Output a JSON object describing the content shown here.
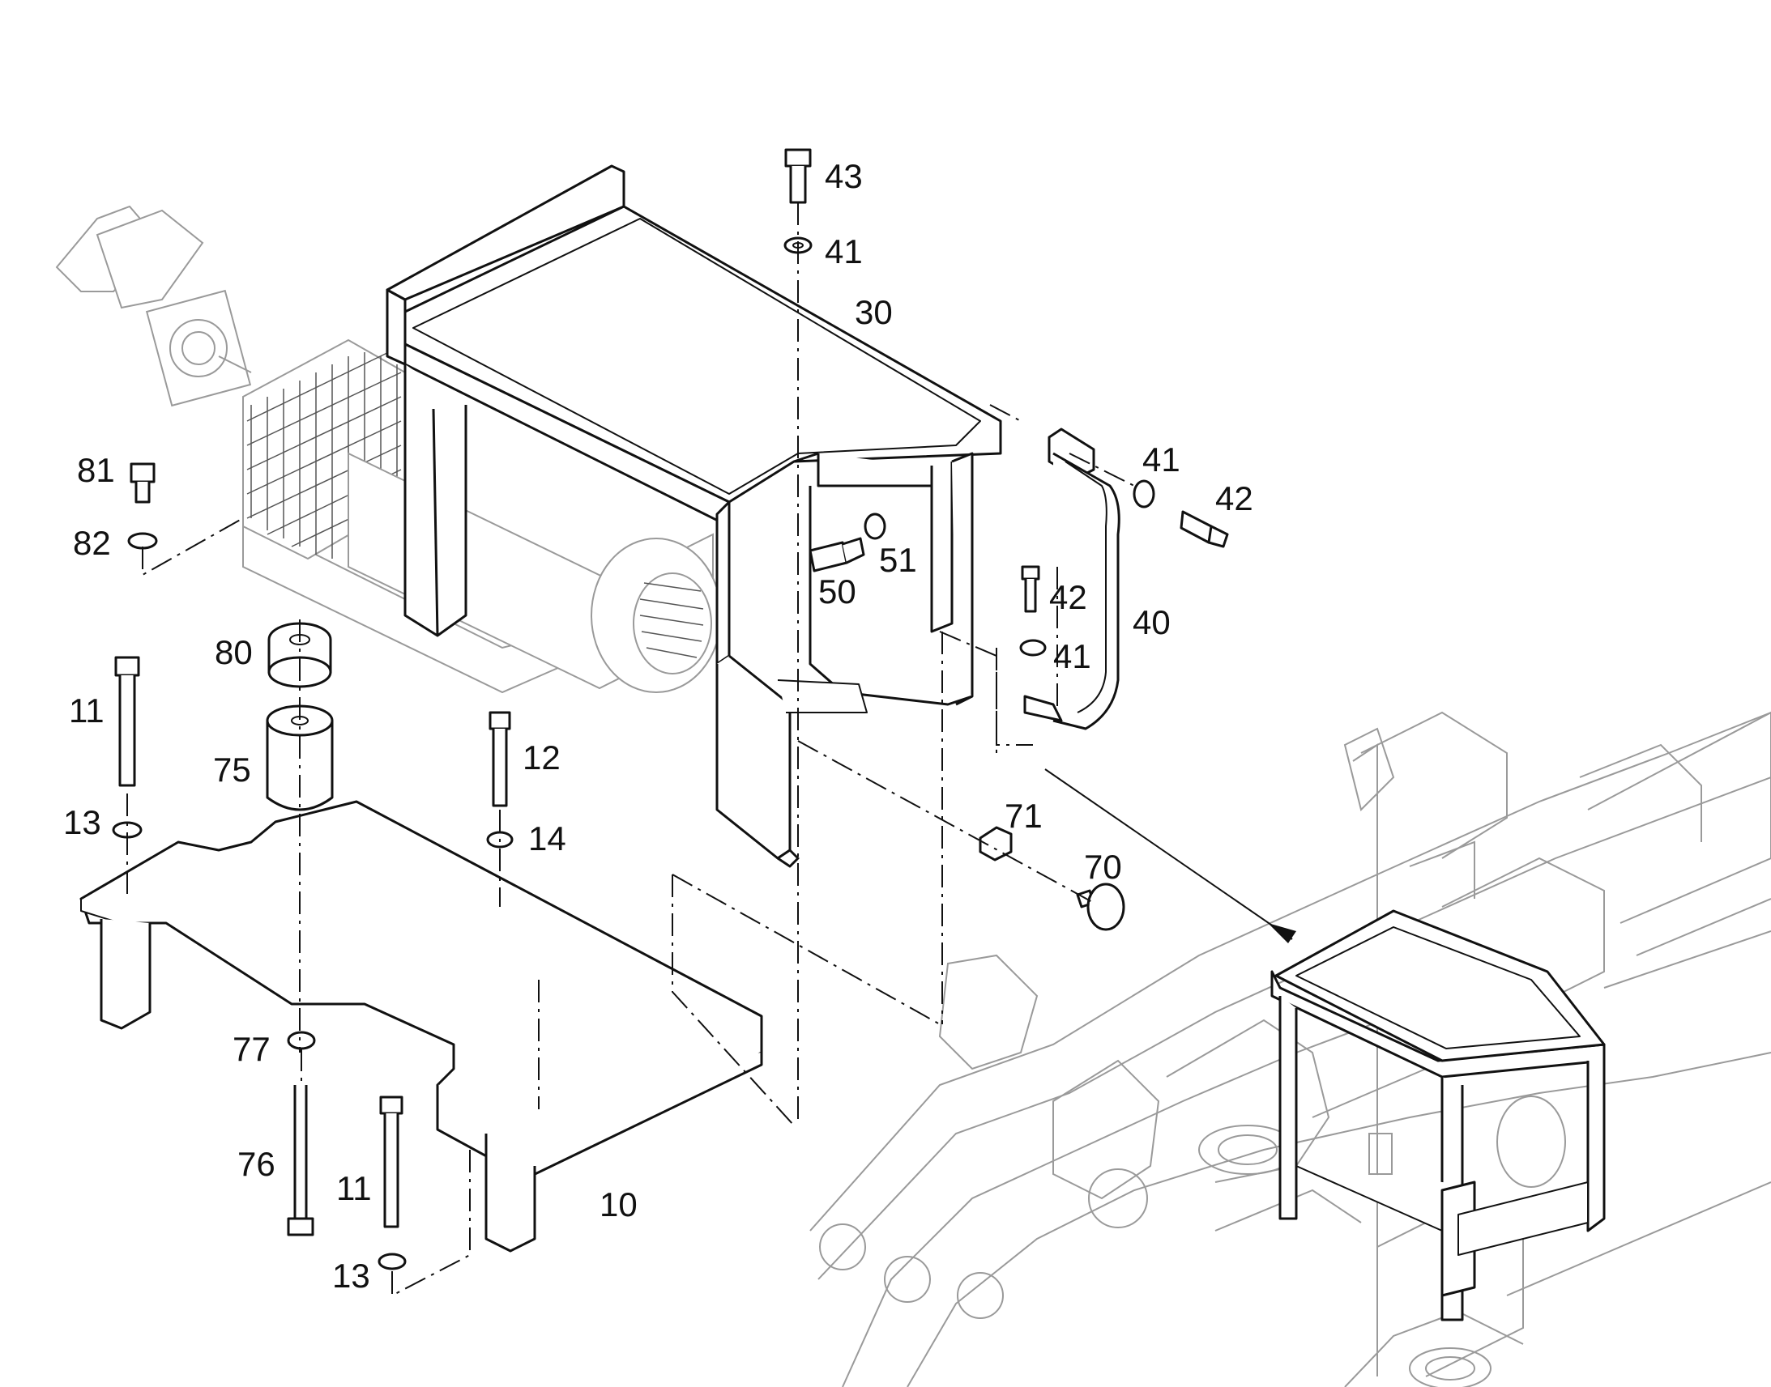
{
  "diagram": {
    "colors": {
      "line": "#111111",
      "ghost": "#9a9a9a",
      "background": "#ffffff"
    },
    "labels": {
      "p43": "43",
      "p41_top": "41",
      "p30": "30",
      "p41_right": "41",
      "p42_right": "42",
      "p81": "81",
      "p82": "82",
      "p51": "51",
      "p50": "50",
      "p42_mid": "42",
      "p40": "40",
      "p41_mid": "41",
      "p80": "80",
      "p11_left": "11",
      "p12": "12",
      "p75": "75",
      "p71": "71",
      "p13_left": "13",
      "p14": "14",
      "p70": "70",
      "p77": "77",
      "p76": "76",
      "p11_bottom": "11",
      "p10": "10",
      "p13_bottom": "13"
    }
  }
}
